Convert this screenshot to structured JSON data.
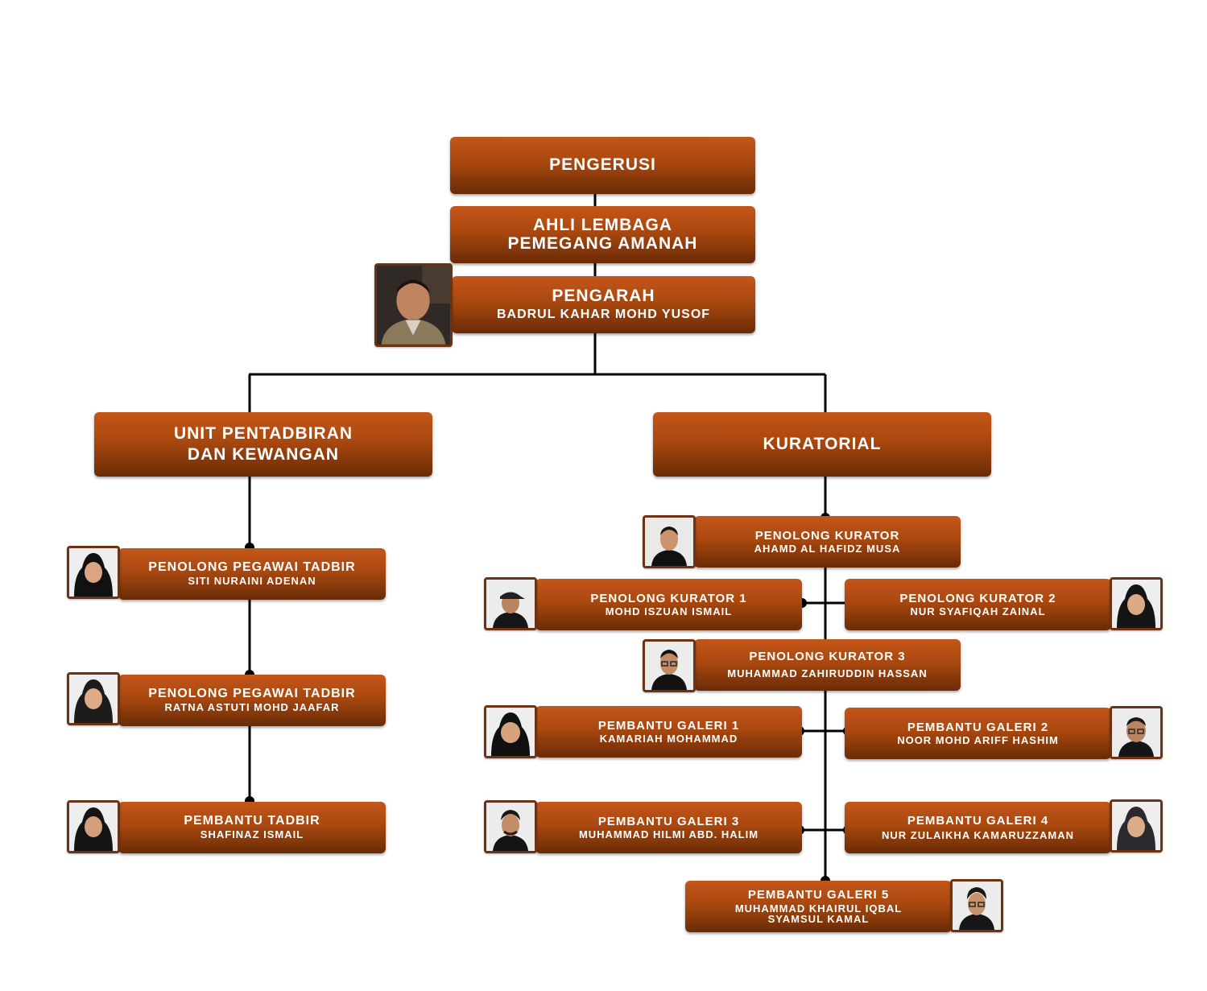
{
  "colors": {
    "box_top": "#c4561a",
    "box_bottom": "#6a2b06",
    "line": "#000000",
    "photo_border": "#6a3414"
  },
  "boxes": {
    "pengerusi": {
      "title": "PENGERUSI"
    },
    "ahli": {
      "title": "AHLI LEMBAGA\nPEMEGANG AMANAH"
    },
    "pengarah": {
      "title": "PENGARAH",
      "name": "BADRUL KAHAR MOHD YUSOF",
      "photo": "person-male-batik-photo"
    },
    "unit": {
      "title": "UNIT PENTADBIRAN\nDAN KEWANGAN"
    },
    "kuratorial": {
      "title": "KURATORIAL"
    },
    "ppt1": {
      "title": "PENOLONG PEGAWAI TADBIR",
      "name": "SITI NURAINI ADENAN",
      "photo": "person-female-hijab-photo"
    },
    "ppt2": {
      "title": "PENOLONG PEGAWAI TADBIR",
      "name": "RATNA ASTUTI MOHD JAAFAR",
      "photo": "person-female-hijab-photo"
    },
    "pt": {
      "title": "PEMBANTU TADBIR",
      "name": "SHAFINAZ ISMAIL",
      "photo": "person-female-hijab-photo"
    },
    "pk": {
      "title": "PENOLONG KURATOR",
      "name": "AHAMD AL HAFIDZ MUSA",
      "photo": "person-male-photo"
    },
    "pk1": {
      "title": "PENOLONG KURATOR 1",
      "name": "MOHD ISZUAN ISMAIL",
      "photo": "person-male-cap-photo"
    },
    "pk2": {
      "title": "PENOLONG KURATOR 2",
      "name": "NUR SYAFIQAH ZAINAL",
      "photo": "person-female-hijab-photo"
    },
    "pk3": {
      "title": "PENOLONG KURATOR 3",
      "name": "MUHAMMAD ZAHIRUDDIN HASSAN",
      "photo": "person-male-glasses-photo"
    },
    "pg1": {
      "title": "PEMBANTU GALERI 1",
      "name": "KAMARIAH MOHAMMAD",
      "photo": "person-female-hijab-photo"
    },
    "pg2": {
      "title": "PEMBANTU GALERI 2",
      "name": "NOOR MOHD ARIFF HASHIM",
      "photo": "person-male-glasses-photo"
    },
    "pg3": {
      "title": "PEMBANTU GALERI 3",
      "name": "MUHAMMAD HILMI ABD. HALIM",
      "photo": "person-male-photo"
    },
    "pg4": {
      "title": "PEMBANTU GALERI 4",
      "name": "NUR ZULAIKHA KAMARUZZAMAN",
      "photo": "person-female-hijab-photo"
    },
    "pg5": {
      "title": "PEMBANTU GALERI 5",
      "name": "MUHAMMAD KHAIRUL IQBAL\nSYAMSUL KAMAL",
      "photo": "person-male-glasses-photo"
    }
  }
}
